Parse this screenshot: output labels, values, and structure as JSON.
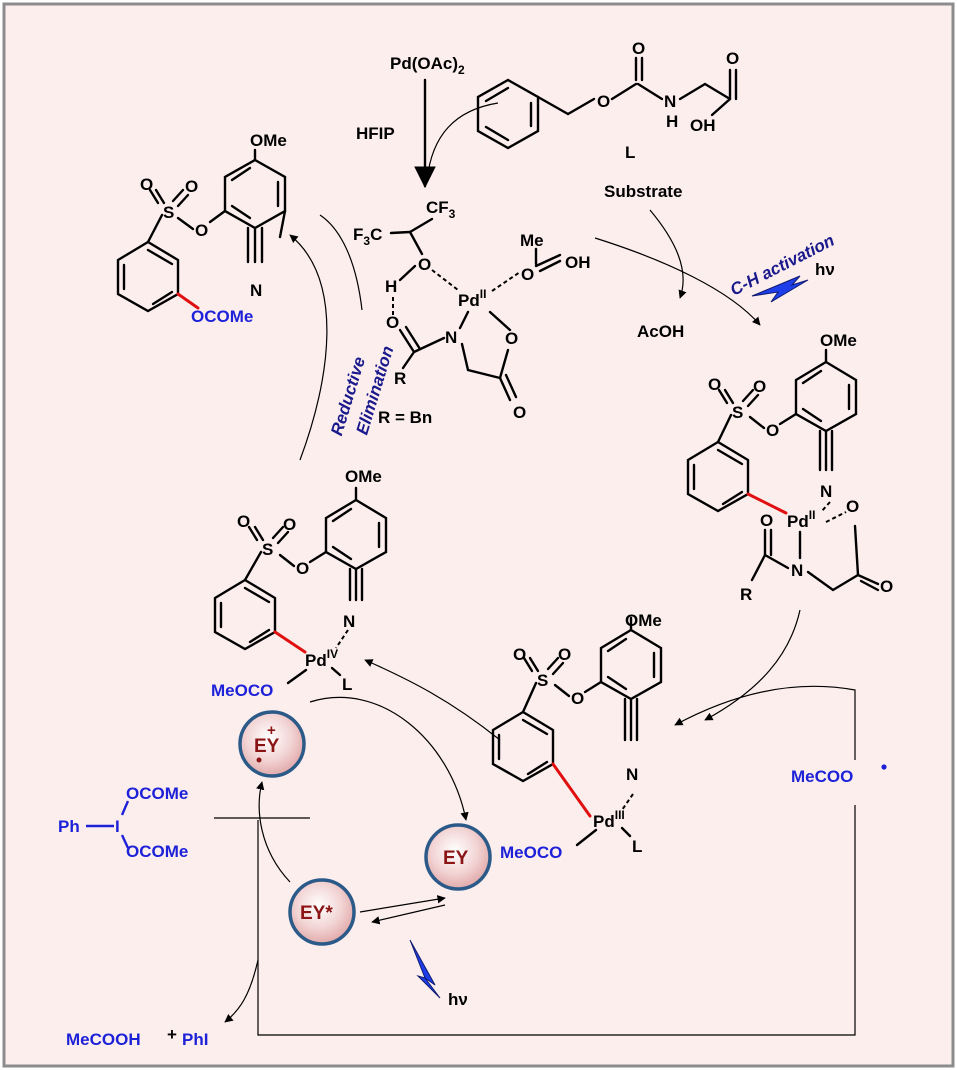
{
  "colors": {
    "background": "#fdeeee",
    "frame": "#8c8c8c",
    "bond_highlight": "#e01010",
    "reagent_blue": "#1d22d8",
    "label_navy": "#1a1a8c",
    "ey_text": "#8b1414",
    "ey_ring": "#2b5a88"
  },
  "top": {
    "catalyst": "Pd(OAc)",
    "catalyst_sub": "2",
    "solvent": "HFIP",
    "ligand_label": "L",
    "substrate": "Substrate",
    "byproduct": "AcOH",
    "r_def": "R = Bn"
  },
  "labels": {
    "ch_activation": "C-H activation",
    "hv": "hν",
    "reductive": "Reductive",
    "elimination": "Elimination"
  },
  "atoms": {
    "O": "O",
    "N": "N",
    "H": "H",
    "OH": "OH",
    "S": "S",
    "R": "R",
    "L": "L",
    "OMe": "OMe",
    "Me": "Me",
    "Pd": "Pd",
    "CF3": "CF",
    "CF3_sub": "3",
    "F3C": "F",
    "F3C_sub": "3",
    "F3C_c": "C",
    "ox_II": "II",
    "ox_III": "III",
    "ox_IV": "IV"
  },
  "reagents": {
    "ococome_product": "OCOMe",
    "meoco": "MeOCO",
    "phi_ph": "Ph",
    "phi_i": "I",
    "phi_oac": "OCOMe",
    "mecoo": "MeCOO",
    "mecooh": "MeCOOH",
    "plus": "+",
    "phi": "PhI"
  },
  "photocat": {
    "ey_cation": "EY",
    "ey_cation_charge": "+",
    "ey": "EY",
    "ey_excited": "EY*"
  }
}
